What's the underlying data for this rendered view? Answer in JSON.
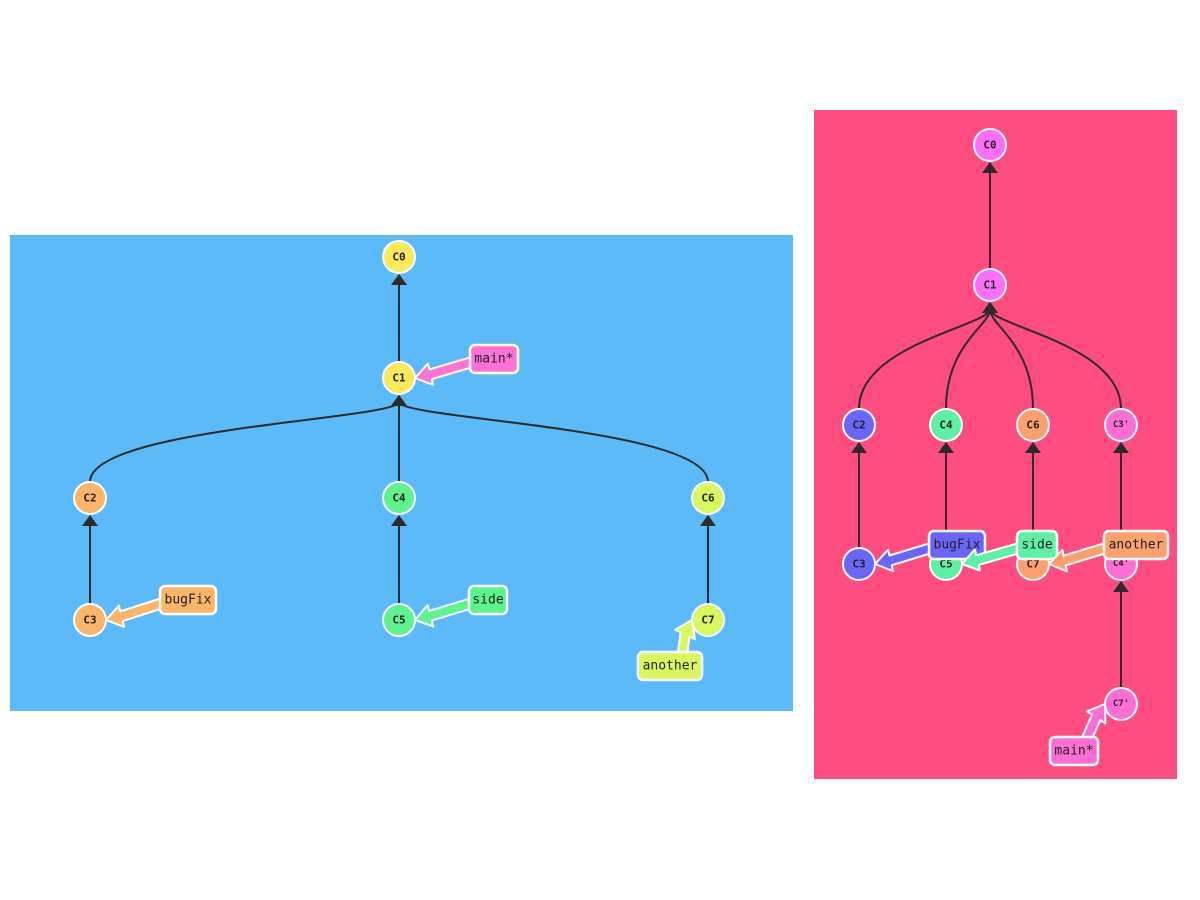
{
  "goal_tree": {
    "background": "#5cbaf8",
    "commits": [
      {
        "id": "C0",
        "color": "#fde95a"
      },
      {
        "id": "C1",
        "color": "#fde95a"
      },
      {
        "id": "C2",
        "color": "#fcb66a"
      },
      {
        "id": "C3",
        "color": "#fcb66a"
      },
      {
        "id": "C4",
        "color": "#5ef38c"
      },
      {
        "id": "C5",
        "color": "#5ef38c"
      },
      {
        "id": "C6",
        "color": "#d9f85d"
      },
      {
        "id": "C7",
        "color": "#d9f85d"
      }
    ],
    "edges": [
      [
        "C1",
        "C0"
      ],
      [
        "C2",
        "C1"
      ],
      [
        "C4",
        "C1"
      ],
      [
        "C6",
        "C1"
      ],
      [
        "C3",
        "C2"
      ],
      [
        "C5",
        "C4"
      ],
      [
        "C7",
        "C6"
      ]
    ],
    "branches": [
      {
        "name": "main*",
        "target": "C1",
        "color": "#ff73d9"
      },
      {
        "name": "bugFix",
        "target": "C3",
        "color": "#fcb66a"
      },
      {
        "name": "side",
        "target": "C5",
        "color": "#5ef38c"
      },
      {
        "name": "another",
        "target": "C7",
        "color": "#d9f85d"
      }
    ]
  },
  "current_tree": {
    "background": "#ff4d80",
    "commits": [
      {
        "id": "C0",
        "color": "#fc6ef9"
      },
      {
        "id": "C1",
        "color": "#fc6ef9"
      },
      {
        "id": "C2",
        "color": "#6a66fa"
      },
      {
        "id": "C4",
        "color": "#5ef0a5"
      },
      {
        "id": "C6",
        "color": "#fca06c"
      },
      {
        "id": "C3'",
        "color": "#fc6ed2"
      },
      {
        "id": "C3",
        "color": "#6a66fa"
      },
      {
        "id": "C5",
        "color": "#5ef0a5"
      },
      {
        "id": "C7",
        "color": "#fca06c"
      },
      {
        "id": "C4'",
        "color": "#fc6ed2"
      },
      {
        "id": "C7'",
        "color": "#fc6ed2"
      }
    ],
    "edges": [
      [
        "C1",
        "C0"
      ],
      [
        "C2",
        "C1"
      ],
      [
        "C4",
        "C1"
      ],
      [
        "C6",
        "C1"
      ],
      [
        "C3'",
        "C1"
      ],
      [
        "C3",
        "C2"
      ],
      [
        "C5",
        "C4"
      ],
      [
        "C7",
        "C6"
      ],
      [
        "C4'",
        "C3'"
      ],
      [
        "C7'",
        "C4'"
      ]
    ],
    "branches": [
      {
        "name": "bugFix",
        "target": "C3",
        "color": "#6a66fa"
      },
      {
        "name": "side",
        "target": "C5",
        "color": "#5ef0a5"
      },
      {
        "name": "another",
        "target": "C7",
        "color": "#fca06c"
      },
      {
        "name": "main*",
        "target": "C7'",
        "color": "#fc6ed2"
      }
    ]
  }
}
